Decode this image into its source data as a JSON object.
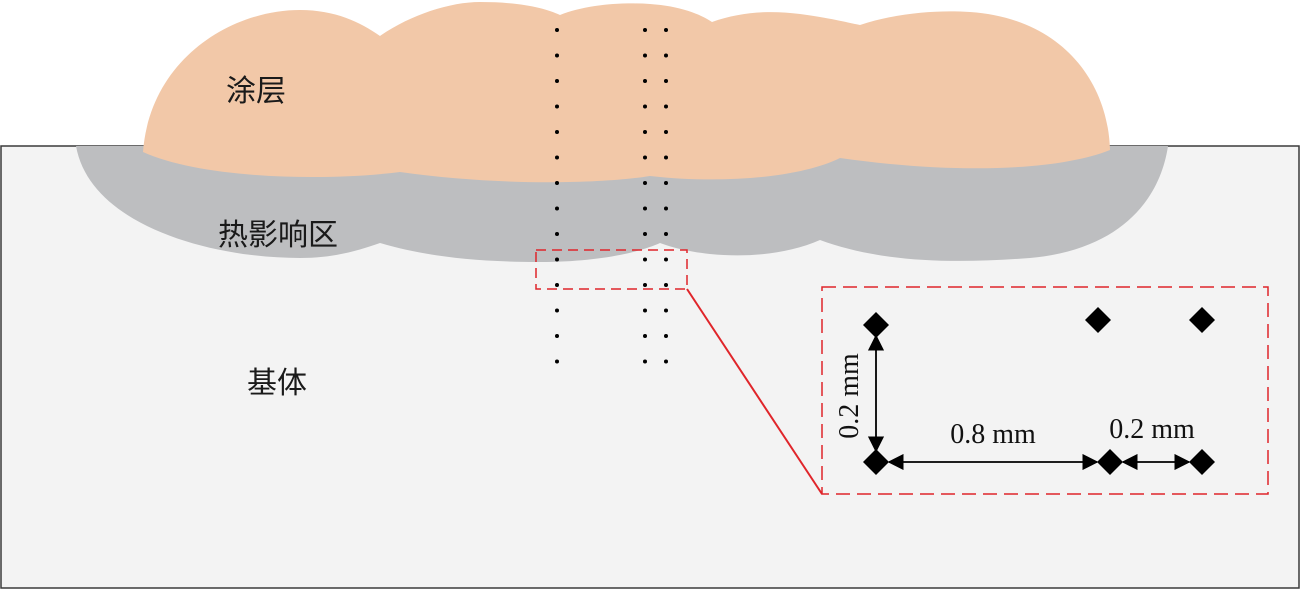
{
  "labels": {
    "coating": "涂层",
    "haz": "热影响区",
    "substrate": "基体"
  },
  "dimensions": {
    "vertical_spacing": "0.2 mm",
    "horizontal_spacing_large": "0.8 mm",
    "horizontal_spacing_small": "0.2 mm"
  },
  "colors": {
    "coating": "#f2c8a8",
    "haz": "#bdbec0",
    "substrate": "#f3f3f3",
    "highlight": "#e0252a",
    "marker": "#000000"
  }
}
